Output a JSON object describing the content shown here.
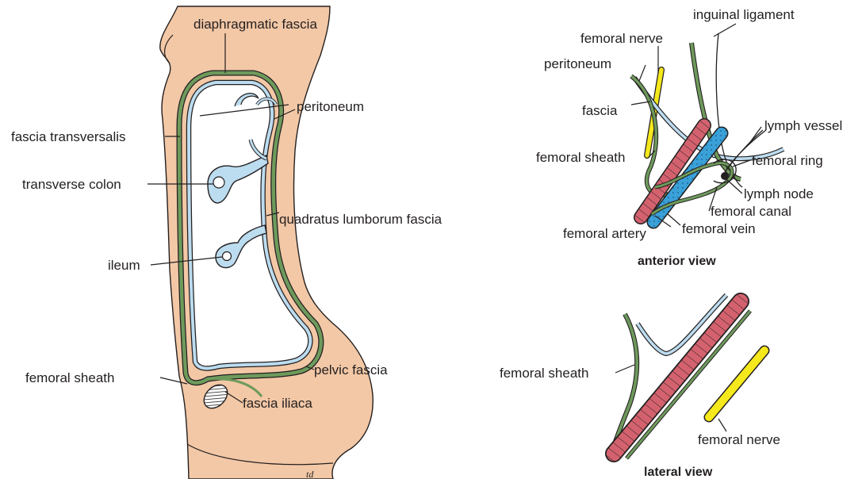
{
  "colors": {
    "skin": "#f3c8a6",
    "fascia_green": "#6e9a5c",
    "peritoneum_blue": "#bcdcef",
    "artery_red": "#d4626e",
    "vein_blue": "#3aa0d8",
    "nerve_yellow": "#f5e81c",
    "outline": "#231f20"
  },
  "section_view": {
    "labels": {
      "diaphragmatic_fascia": "diaphragmatic fascia",
      "peritoneum": "peritoneum",
      "fascia_transversalis": "fascia transversalis",
      "transverse_colon": "transverse colon",
      "quadratus_lumborum_fascia": "quadratus lumborum fascia",
      "ileum": "ileum",
      "pelvic_fascia": "pelvic fascia",
      "femoral_sheath": "femoral sheath",
      "fascia_iliaca": "fascia iliaca"
    },
    "signature": "td"
  },
  "anterior_view": {
    "title": "anterior view",
    "labels": {
      "inguinal_ligament": "inguinal ligament",
      "femoral_nerve": "femoral nerve",
      "peritoneum": "peritoneum",
      "lymph_vessel": "lymph vessel",
      "fascia": "fascia",
      "femoral_sheath": "femoral sheath",
      "femoral_ring": "femoral ring",
      "lymph_node": "lymph node",
      "femoral_canal": "femoral canal",
      "femoral_artery": "femoral artery",
      "femoral_vein": "femoral vein"
    }
  },
  "lateral_view": {
    "title": "lateral view",
    "labels": {
      "femoral_sheath": "femoral sheath",
      "femoral_nerve": "femoral nerve"
    }
  }
}
